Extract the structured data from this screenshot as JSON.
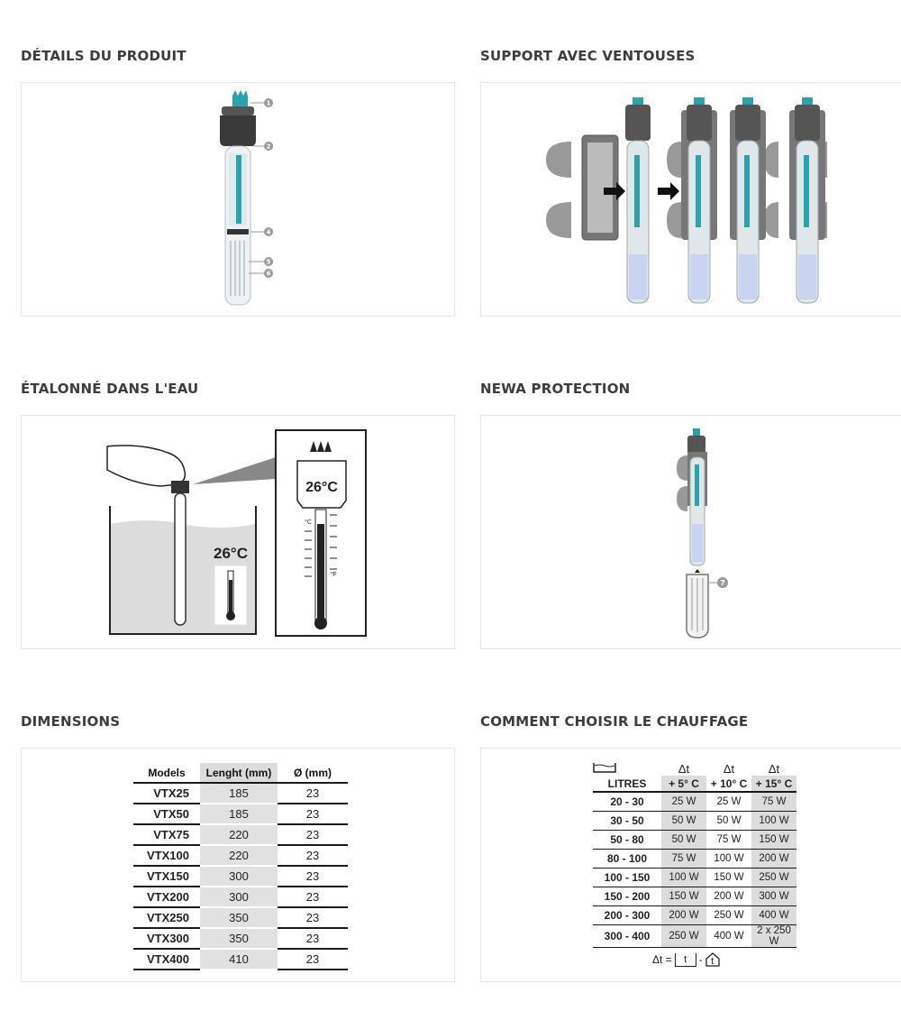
{
  "sections": {
    "details": {
      "title": "DÉTAILS DU PRODUIT",
      "callouts": [
        "1",
        "2",
        "4",
        "5",
        "6"
      ]
    },
    "support": {
      "title": "SUPPORT AVEC VENTOUSES"
    },
    "etalonne": {
      "title": "ÉTALONNÉ DANS L'EAU",
      "temp_left": "26°C",
      "temp_zoom": "26°C",
      "unit_c": "°C",
      "unit_f": "°F"
    },
    "protection": {
      "title": "NEWA PROTECTION",
      "callout": "7"
    },
    "dimensions": {
      "title": "DIMENSIONS",
      "headers": [
        "Models",
        "Lenght (mm)",
        "Ø (mm)"
      ],
      "rows": [
        [
          "VTX25",
          "185",
          "23"
        ],
        [
          "VTX50",
          "185",
          "23"
        ],
        [
          "VTX75",
          "220",
          "23"
        ],
        [
          "VTX100",
          "220",
          "23"
        ],
        [
          "VTX150",
          "300",
          "23"
        ],
        [
          "VTX200",
          "300",
          "23"
        ],
        [
          "VTX250",
          "350",
          "23"
        ],
        [
          "VTX300",
          "350",
          "23"
        ],
        [
          "VTX400",
          "410",
          "23"
        ]
      ]
    },
    "chauffage": {
      "title": "COMMENT CHOISIR LE CHAUFFAGE",
      "delta": "Δt",
      "headers": [
        "LITRES",
        "+ 5° C",
        "+ 10° C",
        "+ 15° C"
      ],
      "rows": [
        [
          "20 - 30",
          "25 W",
          "25 W",
          "75 W"
        ],
        [
          "30 - 50",
          "50 W",
          "50 W",
          "100 W"
        ],
        [
          "50 - 80",
          "50 W",
          "75 W",
          "150 W"
        ],
        [
          "80 - 100",
          "75 W",
          "100 W",
          "200 W"
        ],
        [
          "100 - 150",
          "100 W",
          "150 W",
          "250 W"
        ],
        [
          "150 - 200",
          "150 W",
          "200 W",
          "300 W"
        ],
        [
          "200 - 300",
          "200 W",
          "250 W",
          "400 W"
        ],
        [
          "300 - 400",
          "250 W",
          "400 W",
          "2 x 250 W"
        ]
      ],
      "formula": {
        "lhs": "Δt =",
        "box": "t",
        "minus": "-",
        "house": "t"
      }
    }
  },
  "colors": {
    "accent": "#2aa3ad",
    "dark": "#3b3b3b",
    "border": "#e6e6e6"
  }
}
